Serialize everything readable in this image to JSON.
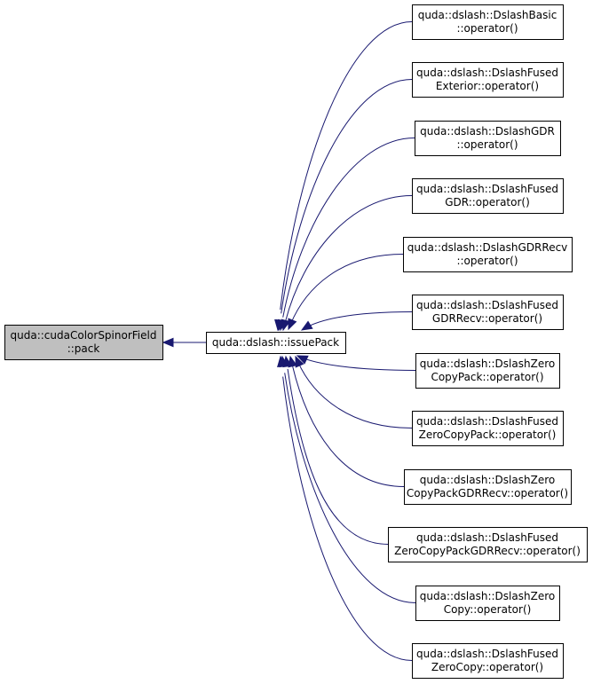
{
  "diagram": {
    "nodes": [
      {
        "id": "pack",
        "lines": [
          "quda::cudaColorSpinorField",
          "::pack"
        ],
        "style": "root"
      },
      {
        "id": "issuePack",
        "lines": [
          "quda::dslash::issuePack"
        ],
        "style": "normal"
      },
      {
        "id": "c1",
        "lines": [
          "quda::dslash::DslashBasic",
          "::operator()"
        ],
        "style": "normal"
      },
      {
        "id": "c2",
        "lines": [
          "quda::dslash::DslashFused",
          "Exterior::operator()"
        ],
        "style": "normal"
      },
      {
        "id": "c3",
        "lines": [
          "quda::dslash::DslashGDR",
          "::operator()"
        ],
        "style": "normal"
      },
      {
        "id": "c4",
        "lines": [
          "quda::dslash::DslashFused",
          "GDR::operator()"
        ],
        "style": "normal"
      },
      {
        "id": "c5",
        "lines": [
          "quda::dslash::DslashGDRRecv",
          "::operator()"
        ],
        "style": "normal"
      },
      {
        "id": "c6",
        "lines": [
          "quda::dslash::DslashFused",
          "GDRRecv::operator()"
        ],
        "style": "normal"
      },
      {
        "id": "c7",
        "lines": [
          "quda::dslash::DslashZero",
          "CopyPack::operator()"
        ],
        "style": "normal"
      },
      {
        "id": "c8",
        "lines": [
          "quda::dslash::DslashFused",
          "ZeroCopyPack::operator()"
        ],
        "style": "normal"
      },
      {
        "id": "c9",
        "lines": [
          "quda::dslash::DslashZero",
          "CopyPackGDRRecv::operator()"
        ],
        "style": "normal"
      },
      {
        "id": "c10",
        "lines": [
          "quda::dslash::DslashFused",
          "ZeroCopyPackGDRRecv::operator()"
        ],
        "style": "normal"
      },
      {
        "id": "c11",
        "lines": [
          "quda::dslash::DslashZero",
          "Copy::operator()"
        ],
        "style": "normal"
      },
      {
        "id": "c12",
        "lines": [
          "quda::dslash::DslashFused",
          "ZeroCopy::operator()"
        ],
        "style": "normal"
      }
    ],
    "edges": [
      {
        "from": "issuePack",
        "to": "pack"
      },
      {
        "from": "c1",
        "to": "issuePack"
      },
      {
        "from": "c2",
        "to": "issuePack"
      },
      {
        "from": "c3",
        "to": "issuePack"
      },
      {
        "from": "c4",
        "to": "issuePack"
      },
      {
        "from": "c5",
        "to": "issuePack"
      },
      {
        "from": "c6",
        "to": "issuePack"
      },
      {
        "from": "c7",
        "to": "issuePack"
      },
      {
        "from": "c8",
        "to": "issuePack"
      },
      {
        "from": "c9",
        "to": "issuePack"
      },
      {
        "from": "c10",
        "to": "issuePack"
      },
      {
        "from": "c11",
        "to": "issuePack"
      },
      {
        "from": "c12",
        "to": "issuePack"
      }
    ],
    "colors": {
      "edge": "#191970",
      "root_fill": "#bfbfbf",
      "node_fill": "#ffffff",
      "border": "#000000"
    }
  }
}
